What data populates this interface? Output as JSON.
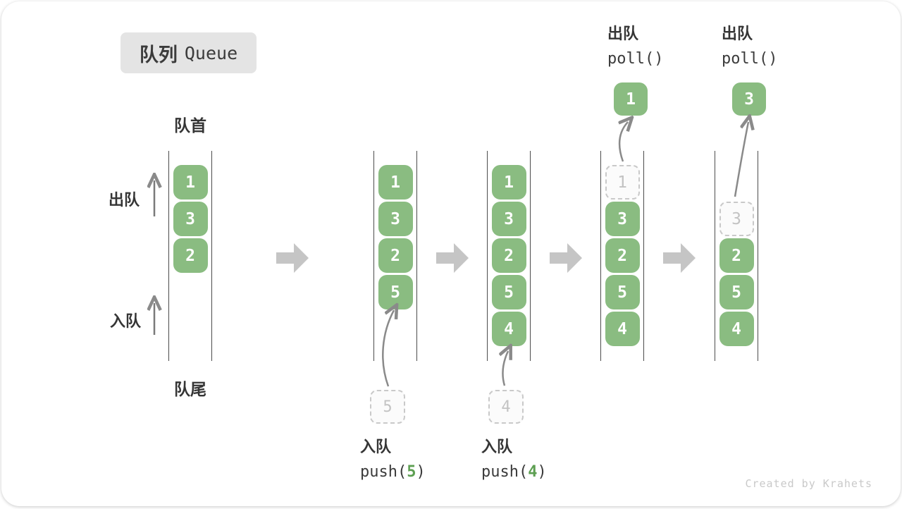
{
  "title": {
    "zh": "队列",
    "en": "Queue"
  },
  "labels": {
    "front": "队首",
    "rear": "队尾",
    "dequeue": "出队",
    "enqueue": "入队"
  },
  "queues": [
    {
      "cells": [
        "1",
        "3",
        "2"
      ]
    },
    {
      "cells": [
        "1",
        "3",
        "2",
        "5"
      ]
    },
    {
      "cells": [
        "1",
        "3",
        "2",
        "5",
        "4"
      ]
    },
    {
      "ghost": "1",
      "cells": [
        "3",
        "2",
        "5",
        "4"
      ]
    },
    {
      "ghost": "3",
      "cells": [
        "2",
        "5",
        "4"
      ]
    }
  ],
  "push_ops": [
    {
      "label": "入队",
      "code_open": "push(",
      "arg": "5",
      "code_close": ")",
      "ghost_value": "5"
    },
    {
      "label": "入队",
      "code_open": "push(",
      "arg": "4",
      "code_close": ")",
      "ghost_value": "4"
    }
  ],
  "poll_ops": [
    {
      "label": "出队",
      "code": "poll()",
      "value": "1"
    },
    {
      "label": "出队",
      "code": "poll()",
      "value": "3"
    }
  ],
  "watermark": "Created by Krahets",
  "colors": {
    "cell_green": "#8abc81",
    "arg_green": "#5d9f52",
    "block_arrow_gray": "#c5c5c5",
    "line_dark": "#4c4c4c",
    "ghost_gray": "#c3c3c3",
    "title_bg": "#e4e4e4"
  }
}
